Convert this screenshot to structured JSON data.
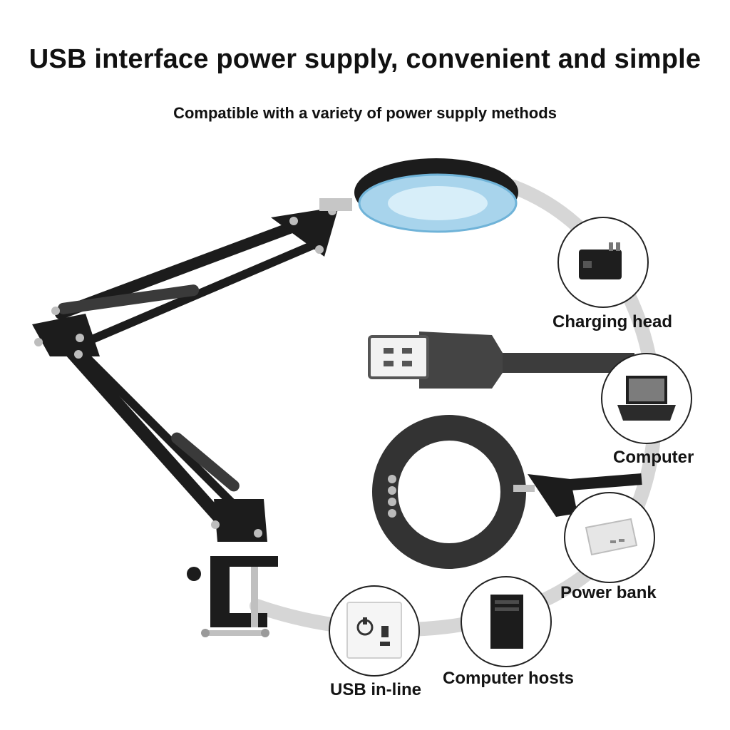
{
  "header": {
    "title": "USB interface power supply, convenient and simple",
    "subtitle": "Compatible with a variety of power supply methods"
  },
  "power_sources": [
    {
      "label": "Charging head",
      "icon": "charger-icon"
    },
    {
      "label": "Computer",
      "icon": "laptop-icon"
    },
    {
      "label": "Power bank",
      "icon": "power-bank-icon"
    },
    {
      "label": "Computer hosts",
      "icon": "desktop-tower-icon"
    },
    {
      "label": "USB in-line",
      "icon": "wall-socket-icon"
    }
  ],
  "colors": {
    "ring_arc": "#d3d3d3",
    "lamp_black": "#1c1c1c",
    "lens_blue": "#9fd0ea",
    "icon_border": "#222222"
  }
}
